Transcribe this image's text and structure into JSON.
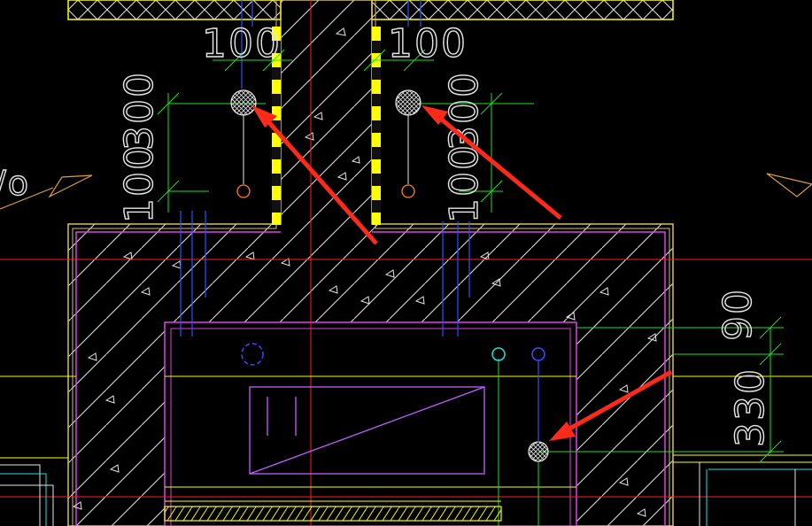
{
  "colors": {
    "background": "#000000",
    "slab_outline": "#d8c060",
    "wall_outline": "#e040e0",
    "centerline_red": "#ff2020",
    "dim_green": "#20e020",
    "rebar_blue": "#3050ff",
    "hatch_white": "#e6e6e6",
    "yellow": "#ffff00",
    "orange": "#ff8020",
    "cyan": "#20e0e0",
    "annotation_arrow": "#ff2a1a"
  },
  "dimensions": {
    "left_width": "100",
    "right_width": "100",
    "left_vertical_top": "300",
    "left_vertical_bottom": "100",
    "right_vertical_top": "300",
    "right_vertical_bottom": "100",
    "far_right_top": "90",
    "far_right_bottom": "330"
  },
  "side_label": "/o"
}
